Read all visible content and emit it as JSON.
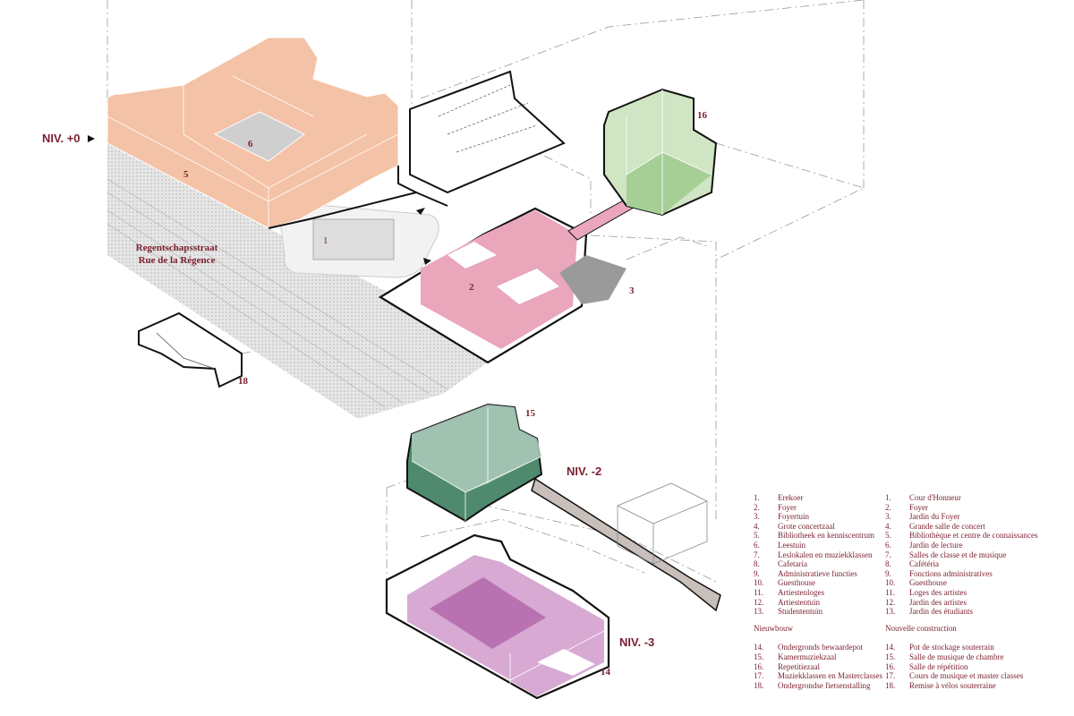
{
  "levels": {
    "ground": "NIV. +0",
    "minus2": "NIV. -2",
    "minus3": "NIV. -3"
  },
  "street": {
    "nl": "Regentschapsstraat",
    "fr": "Rue de la Régence"
  },
  "markers": {
    "m1": "1",
    "m2": "2",
    "m3": "3",
    "m5": "5",
    "m6": "6",
    "m14": "14",
    "m15": "15",
    "m16": "16",
    "m18": "18"
  },
  "colors": {
    "accent": "#7a1f2e",
    "orange": "#f4c2a6",
    "pink": "#eaa6bb",
    "light_green": "#cfe5c3",
    "dark_green": "#4f8a6e",
    "purple": "#c98cc4",
    "tunnel": "#c8bfbb"
  },
  "legend": {
    "existing": [
      {
        "n": "1.",
        "nl": "Erekoer",
        "fr": "Cour d'Honneur"
      },
      {
        "n": "2.",
        "nl": "Foyer",
        "fr": "Foyer"
      },
      {
        "n": "3.",
        "nl": "Foyertuin",
        "fr": "Jardin du Foyer"
      },
      {
        "n": "4.",
        "nl": "Grote concertzaal",
        "fr": "Grande salle de concert"
      },
      {
        "n": "5.",
        "nl": "Bibliotheek  en kenniscentrum",
        "fr": "Bibliothèque et centre de connaissances"
      },
      {
        "n": "6.",
        "nl": "Leestuin",
        "fr": "Jardin de lecture"
      },
      {
        "n": "7.",
        "nl": "Leslokalen en muziekklassen",
        "fr": "Salles de classe et de musique"
      },
      {
        "n": "8.",
        "nl": "Cafetaria",
        "fr": "Cafétéria"
      },
      {
        "n": "9.",
        "nl": "Administratieve functies",
        "fr": "Fonctions administratives"
      },
      {
        "n": "10.",
        "nl": "Guesthouse",
        "fr": "Guesthouse"
      },
      {
        "n": "11.",
        "nl": "Artiestenloges",
        "fr": "Loges des artistes"
      },
      {
        "n": "12.",
        "nl": "Artiestentuin",
        "fr": "Jardin des artistes"
      },
      {
        "n": "13.",
        "nl": "Studententuin",
        "fr": "Jardin des étudiants"
      }
    ],
    "new_heading_nl": "Nieuwbouw",
    "new_heading_fr": "Nouvelle construction",
    "new": [
      {
        "n": "14.",
        "nl": "Ondergronds bewaardepot",
        "fr": "Pot de stockage souterrain"
      },
      {
        "n": "15.",
        "nl": "Kamermuziekzaal",
        "fr": "Salle de musique de chambre"
      },
      {
        "n": "16.",
        "nl": "Repetitiezaal",
        "fr": "Salle de répétition"
      },
      {
        "n": "17.",
        "nl": "Muziekklassen en Masterclasses",
        "fr": "Cours de musique et master classes"
      },
      {
        "n": "18.",
        "nl": "Ondergrondse fietsenstalling",
        "fr": "Remise à vélos souterraine"
      }
    ]
  }
}
